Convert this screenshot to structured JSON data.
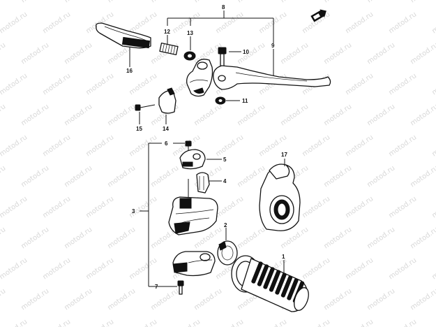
{
  "callouts": {
    "p1": "1",
    "p2": "2",
    "p3": "3",
    "p4": "4",
    "p5": "5",
    "p6": "6",
    "p7": "7",
    "p8": "8",
    "p9": "9",
    "p10": "10",
    "p11": "11",
    "p12": "12",
    "p13": "13",
    "p14": "14",
    "p15": "15",
    "p16": "16",
    "p17": "17"
  },
  "watermark": {
    "text": "motod.ru"
  },
  "colors": {
    "ink": "#111111",
    "watermark": "#d8d8d8",
    "background": "#ffffff"
  },
  "icons": {
    "corner": "front-arrow-icon"
  }
}
